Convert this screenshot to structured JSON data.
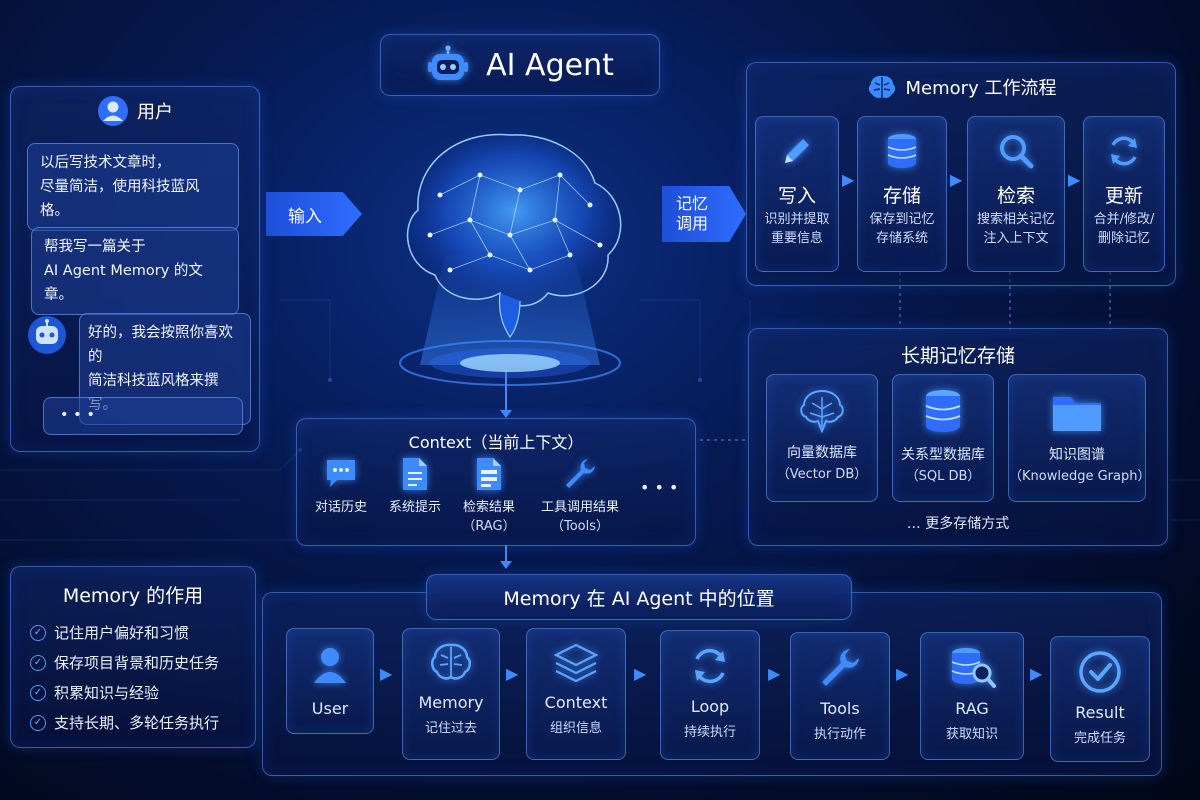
{
  "header": {
    "title": "AI Agent",
    "icon": "robot-icon"
  },
  "user_panel": {
    "title": "用户",
    "bubbles": [
      {
        "lines": [
          "以后写技术文章时，",
          "尽量简洁，使用科技蓝风格。"
        ]
      },
      {
        "lines": [
          "帮我写一篇关于",
          "AI Agent Memory 的文章。"
        ]
      },
      {
        "lines": [
          "好的，我会按照你喜欢的",
          "简洁科技蓝风格来撰写。"
        ]
      }
    ],
    "typing": "• • •"
  },
  "flow_labels": {
    "input": "输入",
    "recall": [
      "记忆",
      "调用"
    ]
  },
  "memory_workflow": {
    "title": "Memory 工作流程",
    "steps": [
      {
        "title": "写入",
        "desc": [
          "识别并提取",
          "重要信息"
        ],
        "icon": "pencil-icon"
      },
      {
        "title": "存储",
        "desc": [
          "保存到记忆",
          "存储系统"
        ],
        "icon": "database-icon"
      },
      {
        "title": "检索",
        "desc": [
          "搜索相关记忆",
          "注入上下文"
        ],
        "icon": "search-icon"
      },
      {
        "title": "更新",
        "desc": [
          "合并/修改/",
          "删除记忆"
        ],
        "icon": "refresh-icon"
      }
    ]
  },
  "long_term": {
    "title": "长期记忆存储",
    "stores": [
      {
        "title": "向量数据库",
        "sub": "（Vector DB）",
        "icon": "vector-tree-icon"
      },
      {
        "title": "关系型数据库",
        "sub": "（SQL DB）",
        "icon": "database-icon"
      },
      {
        "title": "知识图谱",
        "sub": "（Knowledge Graph）",
        "icon": "folder-icon"
      }
    ],
    "more": "… 更多存储方式"
  },
  "context": {
    "title": "Context（当前上下文）",
    "items": [
      {
        "title": "对话历史",
        "sub": "",
        "icon": "chat-icon"
      },
      {
        "title": "系统提示",
        "sub": "",
        "icon": "document-icon"
      },
      {
        "title": "检索结果",
        "sub": "（RAG）",
        "icon": "file-list-icon"
      },
      {
        "title": "工具调用结果",
        "sub": "（Tools）",
        "icon": "wrench-icon"
      }
    ],
    "more": "• • •"
  },
  "memory_roles": {
    "title": "Memory 的作用",
    "items": [
      "记住用户偏好和习惯",
      "保存项目背景和历史任务",
      "积累知识与经验",
      "支持长期、多轮任务执行"
    ]
  },
  "position": {
    "title": "Memory 在 AI Agent 中的位置",
    "steps": [
      {
        "title": "User",
        "sub": "",
        "icon": "user-icon"
      },
      {
        "title": "Memory",
        "sub": "记住过去",
        "icon": "brain-icon"
      },
      {
        "title": "Context",
        "sub": "组织信息",
        "icon": "layers-icon"
      },
      {
        "title": "Loop",
        "sub": "持续执行",
        "icon": "loop-icon"
      },
      {
        "title": "Tools",
        "sub": "执行动作",
        "icon": "wrench-icon"
      },
      {
        "title": "RAG",
        "sub": "获取知识",
        "icon": "db-search-icon"
      },
      {
        "title": "Result",
        "sub": "完成任务",
        "icon": "check-circle-icon"
      }
    ]
  },
  "colors": {
    "accent": "#2f6dff",
    "glow": "#4f9bff",
    "background": "#030c2a"
  }
}
